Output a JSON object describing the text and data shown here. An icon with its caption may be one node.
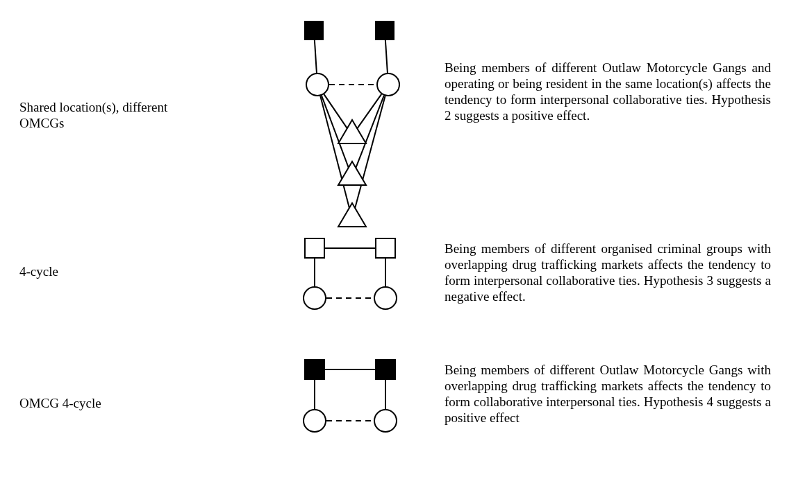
{
  "diagram": {
    "nodes": [
      {
        "text": [],
        "shape": "box"
      },
      {
        "text": [],
        "shape": "box"
      },
      {
        "text": [],
        "shape": "circle"
      },
      {
        "text": [],
        "shape": "circle"
      },
      {
        "text": [],
        "shape": "triangle"
      },
      {
        "text": [],
        "shape": "triangle"
      },
      {
        "text": [],
        "shape": "triangle"
      },
      {
        "text": [],
        "shape": "box"
      },
      {
        "text": [],
        "shape": "box"
      },
      {
        "text": [],
        "shape": "circle"
      },
      {
        "text": [],
        "shape": "circle"
      },
      {
        "text": [],
        "shape": "box"
      },
      {
        "text": [],
        "shape": "box"
      },
      {
        "text": [],
        "shape": "circle"
      },
      {
        "text": [],
        "shape": "circle"
      }
    ],
    "edges": [
      {
        "from": 0,
        "to": 2,
        "arrow": "none"
      },
      {
        "from": 1,
        "to": 3,
        "arrow": "none"
      },
      {
        "from": 2,
        "to": 3,
        "arrow": "none",
        "style": "dashed"
      },
      {
        "from": 2,
        "to": 4,
        "arrow": "none"
      },
      {
        "from": 2,
        "to": 5,
        "arrow": "none"
      },
      {
        "from": 2,
        "to": 6,
        "arrow": "none"
      },
      {
        "from": 3,
        "to": 4,
        "arrow": "none"
      },
      {
        "from": 3,
        "to": 5,
        "arrow": "none"
      },
      {
        "from": 3,
        "to": 6,
        "arrow": "none"
      },
      {
        "from": 7,
        "to": 8,
        "arrow": "none"
      },
      {
        "from": 7,
        "to": 9,
        "arrow": "none"
      },
      {
        "from": 8,
        "to": 10,
        "arrow": "none"
      },
      {
        "from": 9,
        "to": 10,
        "arrow": "none",
        "style": "dashed"
      },
      {
        "from": 11,
        "to": 12,
        "arrow": "none"
      },
      {
        "from": 11,
        "to": 13,
        "arrow": "none"
      },
      {
        "from": 12,
        "to": 14,
        "arrow": "none"
      },
      {
        "from": 13,
        "to": 14,
        "arrow": "none",
        "style": "dashed"
      }
    ],
    "labels": [
      "Shared location(s), different OMCGs",
      "Being members of different Outlaw Motorcycle Gangs and operating or being resident in the same location(s) affects the tendency to form interpersonal collaborative ties.  Hypothesis 2 suggests a positive effect.",
      "4-cycle",
      "Being members of different organised criminal groups with overlapping drug trafficking markets affects the tendency to form interpersonal collaborative ties. Hypothesis 3 suggests a negative effect.",
      "OMCG 4-cycle",
      "Being members of different Outlaw Motorcycle Gangs with overlapping drug trafficking markets affects the tendency to form collaborative interpersonal ties. Hypothesis 4 suggests a positive effect"
    ]
  }
}
